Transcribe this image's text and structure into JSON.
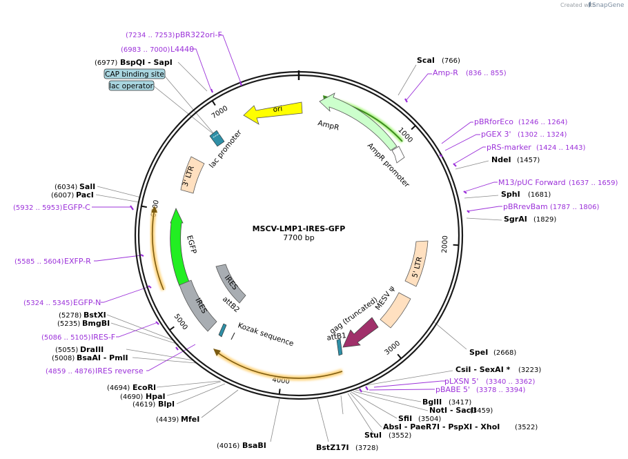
{
  "credit": {
    "prefix": "Created with",
    "brand": "SnapGene"
  },
  "plasmid": {
    "name": "MSCV-LMP1-IRES-GFP",
    "size_label": "7700 bp",
    "length": 7700
  },
  "colors": {
    "primer": "#9b30d9",
    "ori": "#ffff00",
    "ampr": "#ccffcc",
    "ltr": "#ffe0c0",
    "egfp": "#22ee22",
    "ires": "#a8adb2",
    "gag": "#a0306a",
    "site": "#2f8fa6",
    "box": "#a9d6e0"
  },
  "ticks": [
    {
      "bp": 1000,
      "label": "1000"
    },
    {
      "bp": 2000,
      "label": "2000"
    },
    {
      "bp": 3000,
      "label": "3000"
    },
    {
      "bp": 4000,
      "label": "4000"
    },
    {
      "bp": 5000,
      "label": "5000"
    },
    {
      "bp": 6000,
      "label": "6000"
    },
    {
      "bp": 7000,
      "label": "7000"
    }
  ],
  "enzymes": [
    {
      "name": "ScaI",
      "pos": "(766)"
    },
    {
      "name": "NdeI",
      "pos": "(1457)"
    },
    {
      "name": "SphI",
      "pos": "(1681)"
    },
    {
      "name": "SgrAI",
      "pos": "(1829)"
    },
    {
      "name": "SpeI",
      "pos": "(2668)"
    },
    {
      "name": "CsiI - SexAI *",
      "pos": "(3223)"
    },
    {
      "name": "BglII",
      "pos": "(3417)"
    },
    {
      "name": "NotI - SacII",
      "pos": "(3459)"
    },
    {
      "name": "SfiI",
      "pos": "(3504)"
    },
    {
      "name": "AbsI - PaeR7I - PspXI - XhoI",
      "pos": "(3522)"
    },
    {
      "name": "StuI",
      "pos": "(3552)"
    },
    {
      "name": "BstZ17I",
      "pos": "(3728)"
    },
    {
      "name": "BsaBI",
      "pos": "(4016)"
    },
    {
      "name": "MfeI",
      "pos": "(4439)"
    },
    {
      "name": "BlpI",
      "pos": "(4619)"
    },
    {
      "name": "HpaI",
      "pos": "(4690)"
    },
    {
      "name": "EcoRI",
      "pos": "(4694)"
    },
    {
      "name": "BsaAI - PmlI",
      "pos": "(5008)"
    },
    {
      "name": "DraIII",
      "pos": "(5055)"
    },
    {
      "name": "BmgBI",
      "pos": "(5235)"
    },
    {
      "name": "BstXI",
      "pos": "(5278)"
    },
    {
      "name": "PacI",
      "pos": "(6007)"
    },
    {
      "name": "SalI",
      "pos": "(6034)"
    },
    {
      "name": "BspQI - SapI",
      "pos": "(6977)"
    }
  ],
  "primers": [
    {
      "name": "pBR322ori-F",
      "pos": "(7234 .. 7253)"
    },
    {
      "name": "L4440",
      "pos": "(6983 .. 7000)"
    },
    {
      "name": "Amp-R",
      "pos": "(836 .. 855)"
    },
    {
      "name": "pBRforEco",
      "pos": "(1246 .. 1264)"
    },
    {
      "name": "pGEX 3'",
      "pos": "(1302 .. 1324)"
    },
    {
      "name": "pRS-marker",
      "pos": "(1424 .. 1443)"
    },
    {
      "name": "M13/pUC Forward",
      "pos": "(1637 .. 1659)"
    },
    {
      "name": "pBRrevBam",
      "pos": "(1787 .. 1806)"
    },
    {
      "name": "pLXSN 5'",
      "pos": "(3340 .. 3362)"
    },
    {
      "name": "pBABE 5'",
      "pos": "(3378 .. 3394)"
    },
    {
      "name": "IRES reverse",
      "pos": "(4859 .. 4876)"
    },
    {
      "name": "IRES-F",
      "pos": "(5086 .. 5105)"
    },
    {
      "name": "EGFP-N",
      "pos": "(5324 .. 5345)"
    },
    {
      "name": "EXFP-R",
      "pos": "(5585 .. 5604)"
    },
    {
      "name": "EGFP-C",
      "pos": "(5932 .. 5953)"
    }
  ],
  "features": {
    "ori": "ori",
    "ampr": "AmpR",
    "ampr_promoter": "AmpR promoter",
    "lac_promoter": "lac promoter",
    "ltr3": "3' LTR",
    "ltr5": "5' LTR",
    "mesv": "MESV ψ",
    "gag": "gag (truncated)",
    "attb1": "attB1",
    "attb2": "attB2",
    "kozak": "Kozak sequence",
    "egfp": "EGFP",
    "ires_outer": "IRES",
    "ires_inner": "IRES"
  },
  "boxes": {
    "cap": "CAP binding site",
    "lac_operator": "lac operator"
  }
}
